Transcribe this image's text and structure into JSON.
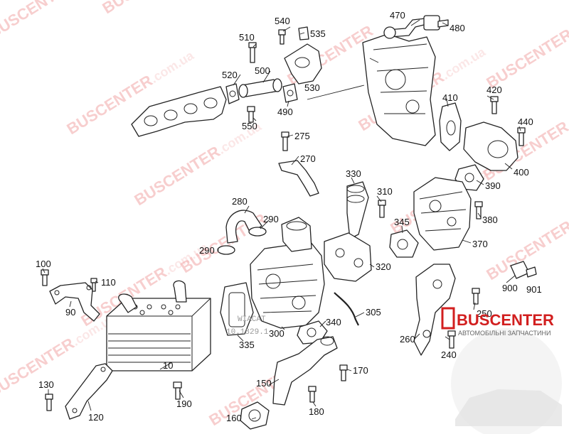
{
  "watermark": {
    "text": "BUSCENTER",
    "domain": ".com.ua"
  },
  "logo": {
    "brand": "BUSCENTER",
    "tagline": "АВТОМОБІЛЬНІ ЗАПЧАСТИНИ",
    "color": "#d21f1f"
  },
  "center_mark": {
    "line1": "WIACAT",
    "line2": "10.1829.1"
  },
  "callouts": [
    "10",
    "90",
    "100",
    "110",
    "120",
    "130",
    "150",
    "160",
    "170",
    "180",
    "190",
    "240",
    "250",
    "260",
    "270",
    "275",
    "280",
    "290",
    "290",
    "300",
    "305",
    "310",
    "320",
    "330",
    "335",
    "340",
    "345",
    "370",
    "380",
    "390",
    "400",
    "410",
    "420",
    "440",
    "470",
    "480",
    "490",
    "500",
    "510",
    "520",
    "530",
    "535",
    "540",
    "550",
    "900",
    "901"
  ]
}
